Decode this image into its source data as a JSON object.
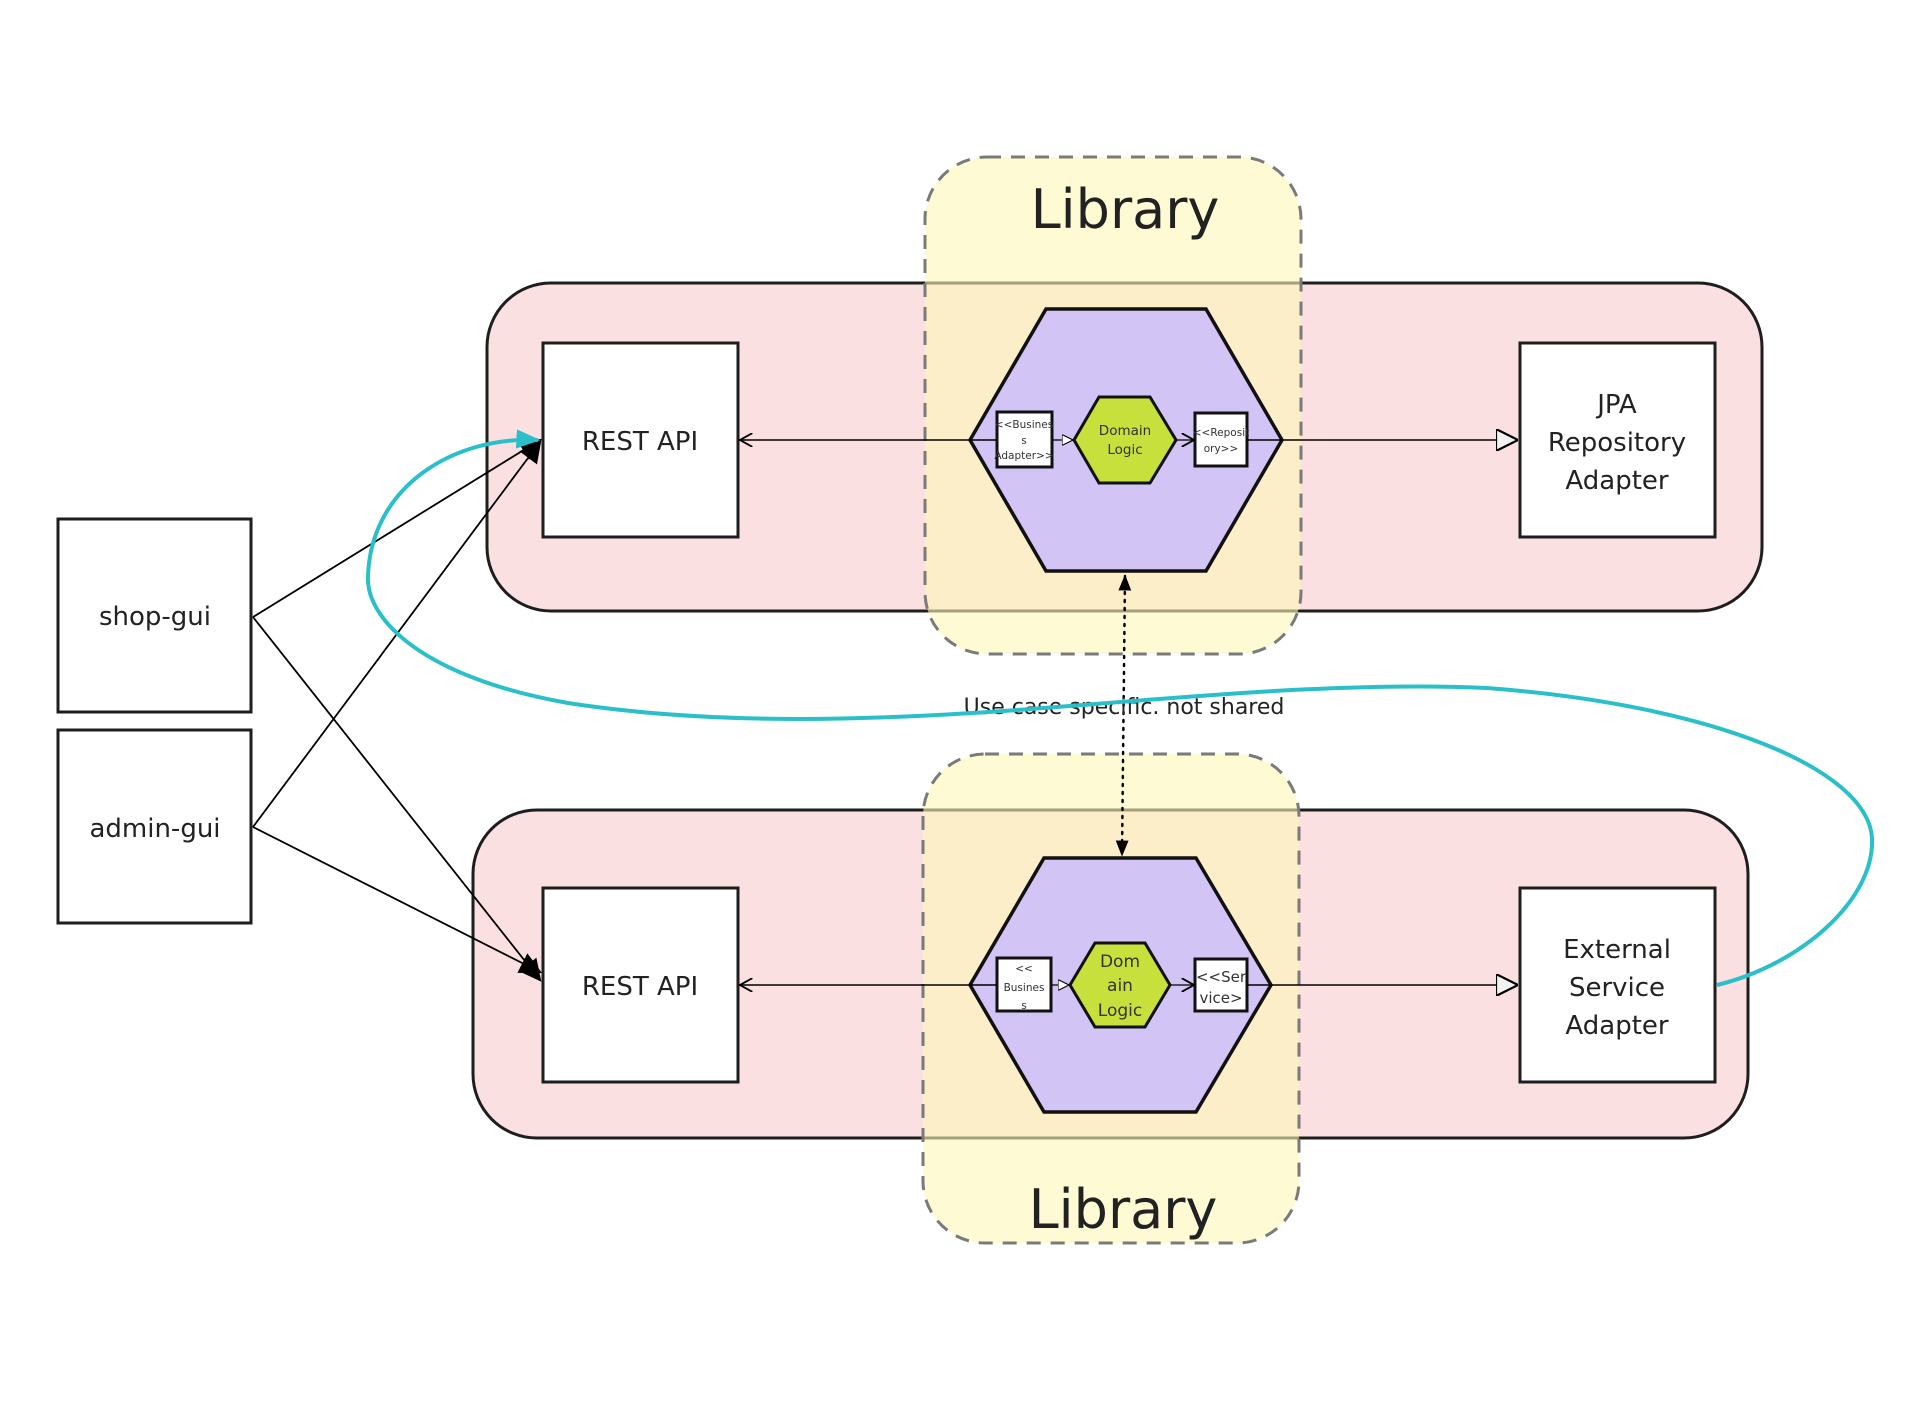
{
  "colors": {
    "container_fill": "#fbe0e1",
    "library_fill": "#fdf9d6",
    "overlap_fill": "#fbecc8",
    "hexagon_fill": "#d2c4f4",
    "domain_fill": "#c8e03c",
    "connector": "#2bbfca",
    "stroke": "#1e1e1e",
    "dashed": "#7a7a7a"
  },
  "clients": [
    {
      "label": "shop-gui"
    },
    {
      "label": "admin-gui"
    }
  ],
  "top_service": {
    "library_label": "Library",
    "rest_api": "REST API",
    "business_port": "<<Busines s Adapter>>",
    "business_port_lines": [
      "<<Busines",
      "s",
      "Adapter>>"
    ],
    "domain_lines": [
      "Domain",
      "Logic"
    ],
    "out_port_lines": [
      "<<Reposit",
      "ory>>"
    ],
    "adapter_lines": [
      "JPA",
      "Repository",
      "Adapter"
    ]
  },
  "bottom_service": {
    "library_label": "Library",
    "rest_api": "REST API",
    "business_port_lines": [
      "<<",
      "Busines",
      "s"
    ],
    "domain_lines": [
      "Dom",
      "ain",
      "Logic"
    ],
    "out_port_lines": [
      "<<Ser",
      "vice>"
    ],
    "adapter_lines": [
      "External",
      "Service",
      "Adapter"
    ]
  },
  "note": "Use case specific. not shared"
}
